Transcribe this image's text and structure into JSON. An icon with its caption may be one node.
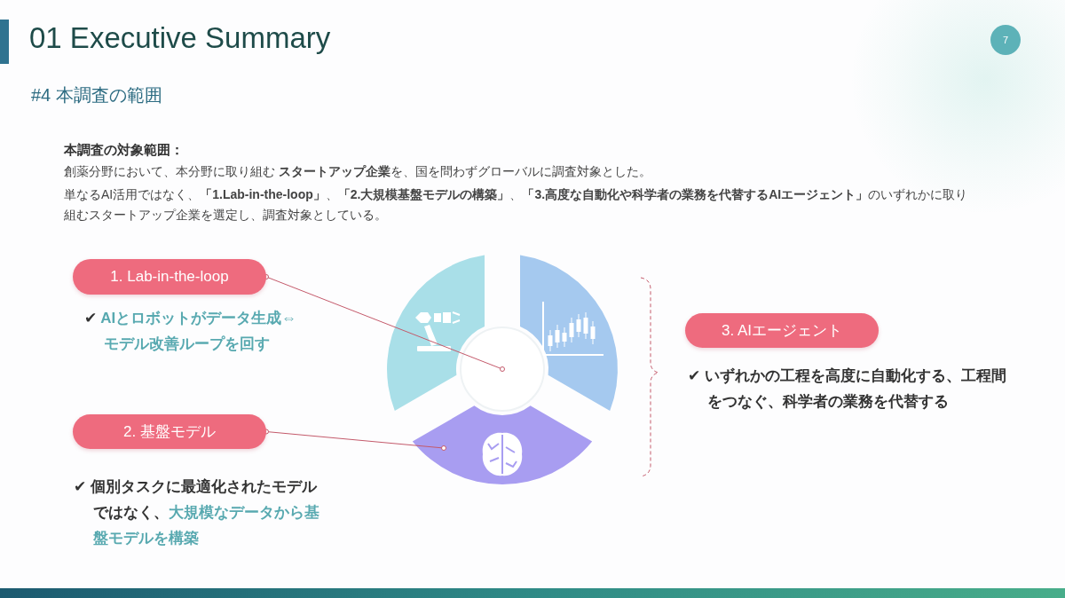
{
  "diagram": {
    "title": "01 Executive Summary",
    "nodes": [
      {
        "text": [
          "1. Lab-in-the-loop"
        ],
        "beside": [
          "✔ *AIとロボットがデータ生成⇔モデル改善ループを回す*"
        ]
      },
      {
        "text": [
          "2. 基盤モデル"
        ],
        "beside": [
          "✔ 個別タスクに最適化されたモデルではなく、*大規模なデータから基盤モデルを構築*"
        ]
      },
      {
        "text": [
          "3. AIエージェント"
        ],
        "beside": [
          "✔ いずれかの工程を高度に自動化する、工程間をつなぐ、科学者の業務を代替する"
        ]
      },
      {
        "text": [],
        "shape": "circle"
      },
      {
        "text": [],
        "shape": "segment"
      }
    ],
    "edges": [
      {
        "from": 0,
        "to": 3,
        "arrow": "other"
      },
      {
        "from": 1,
        "to": 4,
        "arrow": "other"
      }
    ],
    "labels": [
      "#4 本調査の範囲",
      "本調査の対象範囲：",
      "創薬分野において、本分野に取り組む **スタートアップ企業**を、国を問わずグローバルに調査対象とした。",
      "単なるAI活用ではなく、**「1.Lab-in-the-loop」**、**「2.大規模基盤モデルの構築」**、**「3.高度な自動化や科学者の業務を代替するAIエージェント」**のいずれかに取り組むスタートアップ企業を選定し、調査対象としている。",
      "7"
    ]
  }
}
